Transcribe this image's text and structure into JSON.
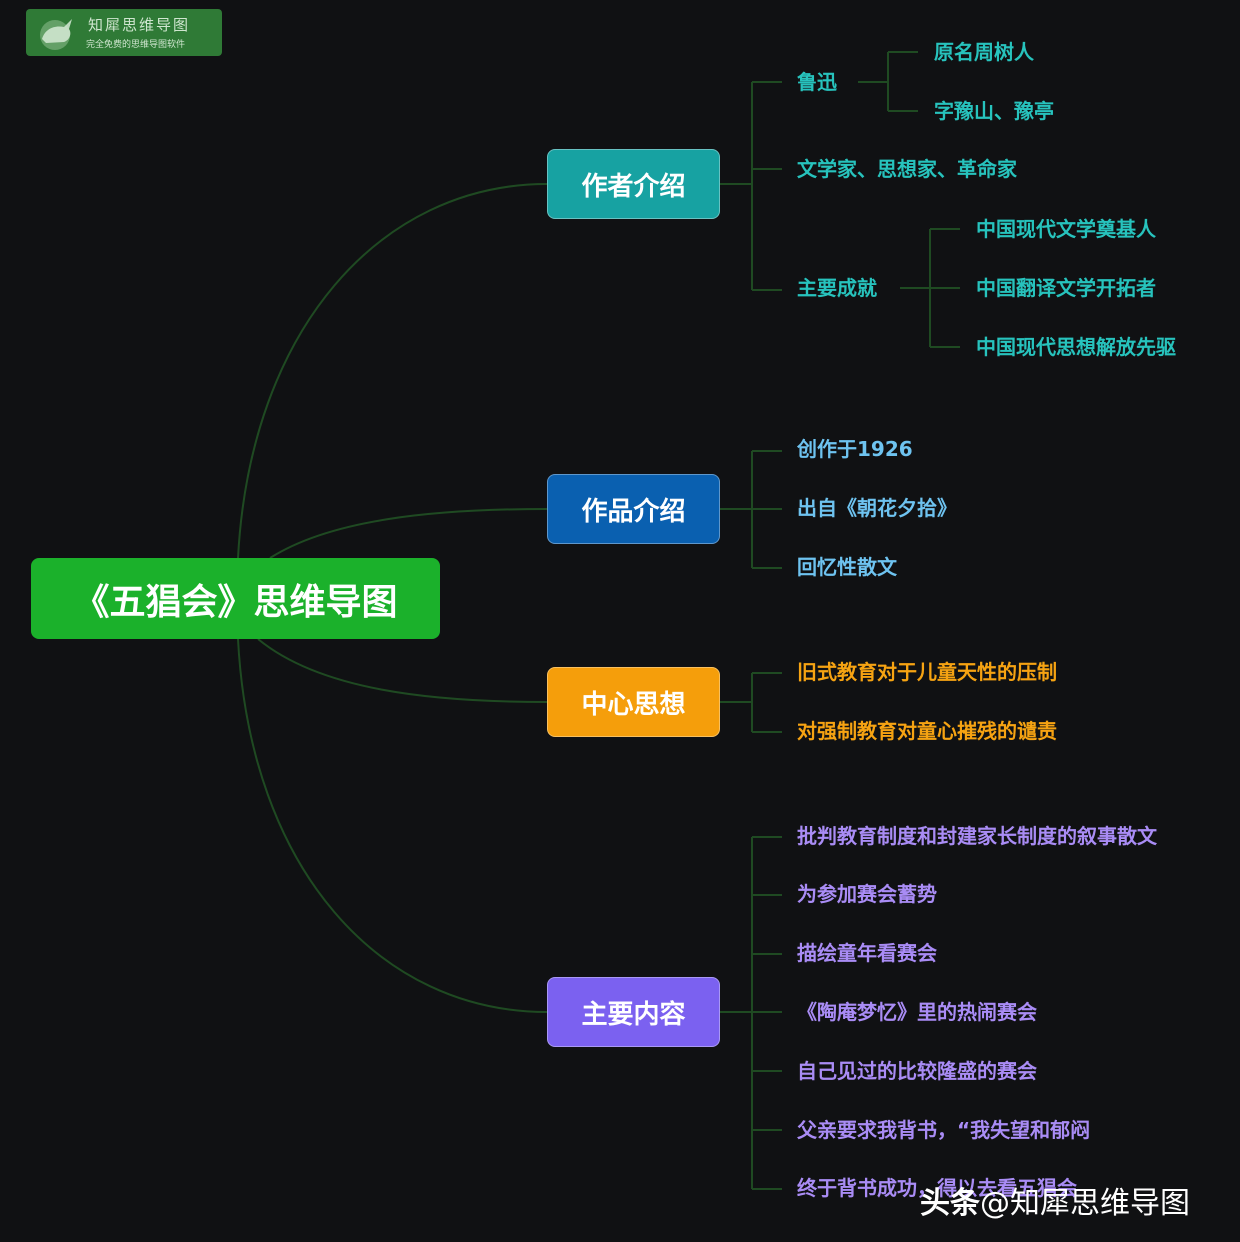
{
  "logo": {
    "title": "知犀思维导图",
    "subtitle": "完全免费的思维导图软件"
  },
  "root": {
    "label": "《五猖会》思维导图"
  },
  "branches": [
    {
      "label": "作者介绍",
      "items": [
        {
          "label": "鲁迅",
          "children": [
            "原名周树人",
            "字豫山、豫亭"
          ]
        },
        {
          "label": "文学家、思想家、革命家"
        },
        {
          "label": "主要成就",
          "children": [
            "中国现代文学奠基人",
            "中国翻译文学开拓者",
            "中国现代思想解放先驱"
          ]
        }
      ]
    },
    {
      "label": "作品介绍",
      "items": [
        {
          "label": "创作于1926"
        },
        {
          "label": "出自《朝花夕拾》"
        },
        {
          "label": "回忆性散文"
        }
      ]
    },
    {
      "label": "中心思想",
      "items": [
        {
          "label": "旧式教育对于儿童天性的压制"
        },
        {
          "label": "对强制教育对童心摧残的谴责"
        }
      ]
    },
    {
      "label": "主要内容",
      "items": [
        {
          "label": "批判教育制度和封建家长制度的叙事散文"
        },
        {
          "label": "为参加赛会蓄势"
        },
        {
          "label": "描绘童年看赛会"
        },
        {
          "label": "《陶庵梦忆》里的热闹赛会"
        },
        {
          "label": "自己见过的比较隆盛的赛会"
        },
        {
          "label": "父亲要求我背书，“我失望和郁闷"
        },
        {
          "label": "终于背书成功，得以去看五猖会"
        }
      ]
    }
  ],
  "watermark": {
    "brand": "头条",
    "handle": "@知犀思维导图"
  },
  "colors": {
    "background": "#101113",
    "connector": "#1f4a22",
    "root": "#1bb12b",
    "author": "#17a2a2",
    "work": "#0a60b0",
    "theme": "#f59e0b",
    "content": "#7b61f0"
  }
}
